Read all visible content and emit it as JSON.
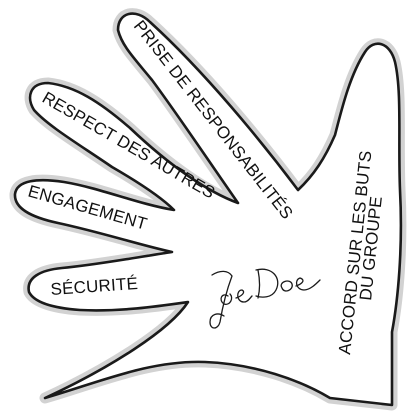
{
  "hand": {
    "fingers": {
      "middle": "PRISE DE RESPONSABILITÉS",
      "index_side": "RESPECT DES AUTRES",
      "ring": "ENGAGEMENT",
      "little": "SÉCURITÉ"
    },
    "thumb": {
      "line1": "ACCORD SUR LES BUTS",
      "line2": "DU GROUPE"
    },
    "signature_text": "Joe Doe"
  }
}
